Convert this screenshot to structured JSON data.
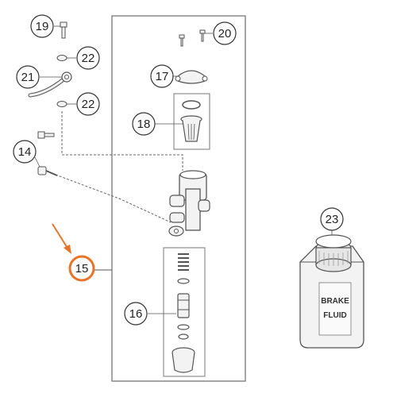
{
  "callouts": {
    "c14": "14",
    "c15": "15",
    "c16": "16",
    "c17": "17",
    "c18": "18",
    "c19": "19",
    "c20": "20",
    "c21": "21",
    "c22a": "22",
    "c22b": "22",
    "c23": "23"
  },
  "highlighted_part": "15",
  "brake_fluid_label": {
    "line1": "BRAKE",
    "line2": "FLUID"
  },
  "colors": {
    "highlight": "#e8742a",
    "outline": "#555555",
    "part_fill": "#f3f3f3",
    "callout_fill": "#ffffff"
  }
}
